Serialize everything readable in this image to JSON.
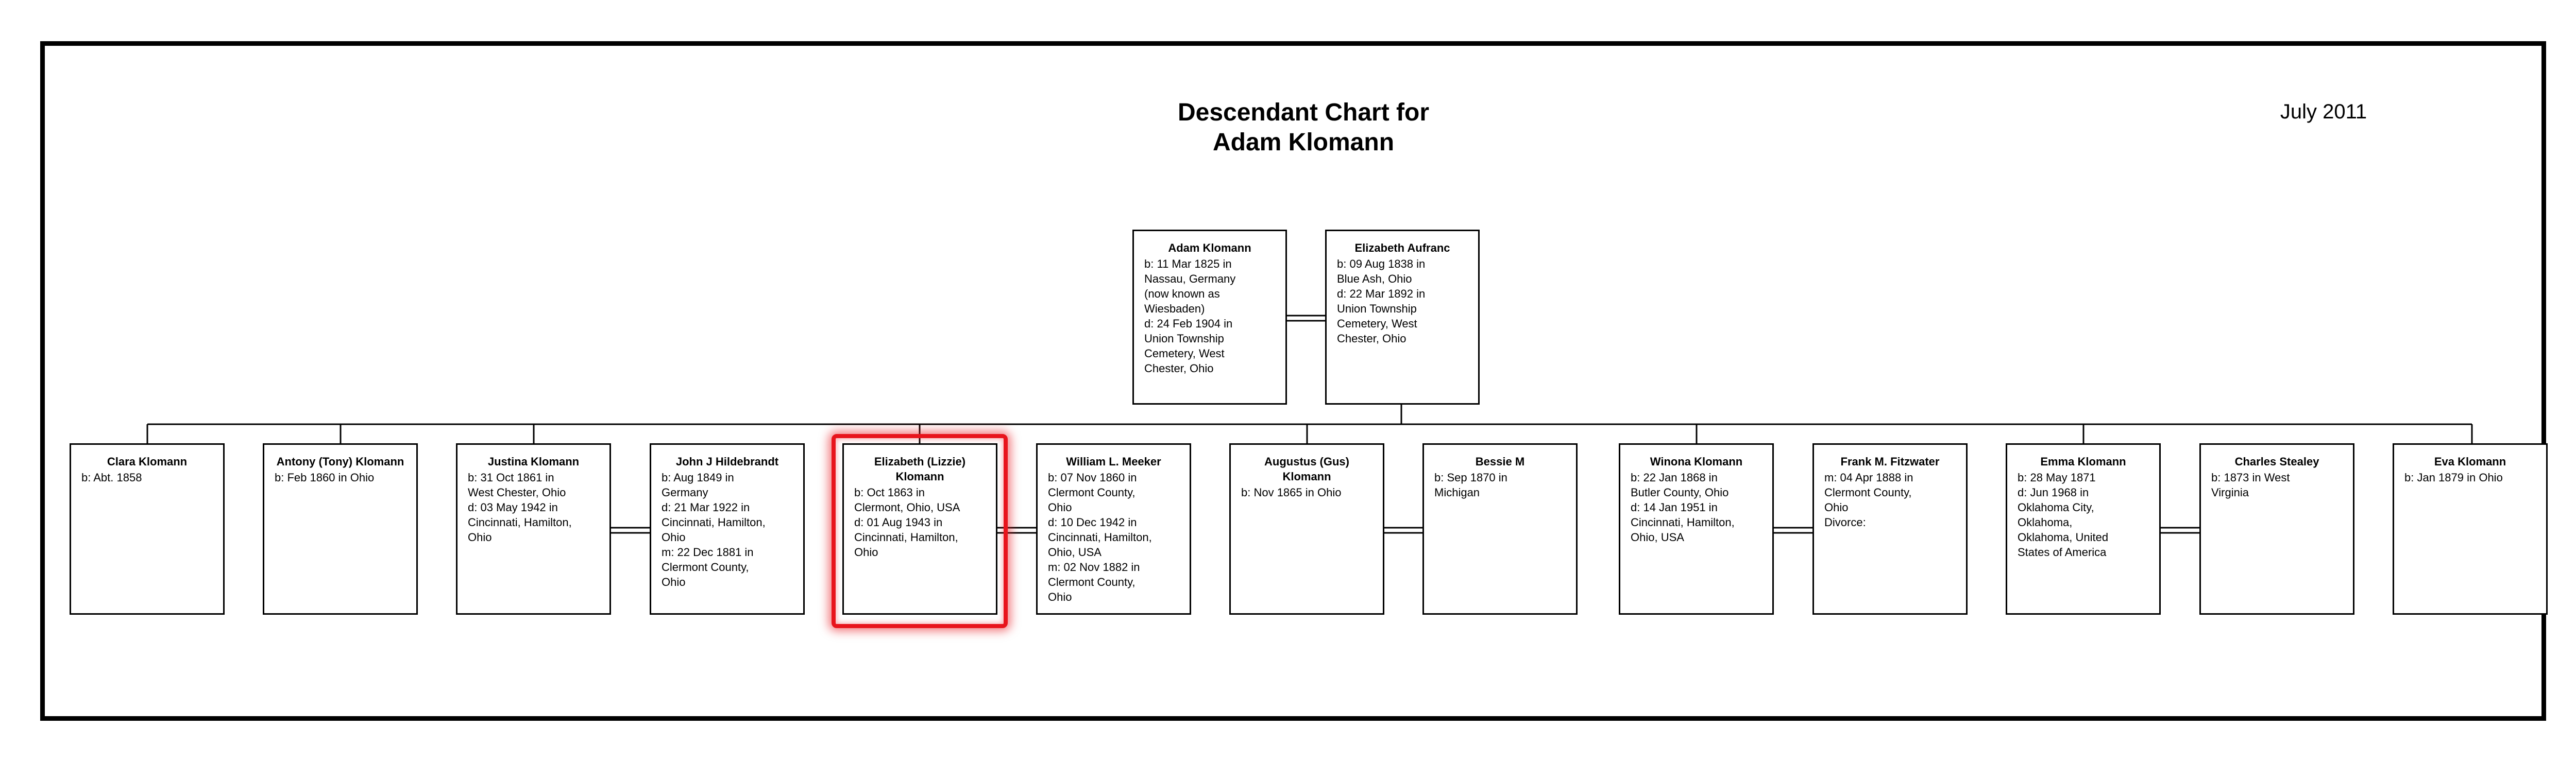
{
  "chart": {
    "title_line1": "Descendant Chart for",
    "title_line2": "Adam Klomann",
    "date": "July 2011",
    "highlight_color": "#e8141c"
  },
  "parents": [
    {
      "name": "Adam Klomann",
      "lines": [
        "b: 11 Mar 1825 in",
        "Nassau, Germany",
        "(now known as",
        "Wiesbaden)",
        "d: 24 Feb 1904 in",
        "Union Township",
        "Cemetery, West",
        "Chester, Ohio"
      ]
    },
    {
      "name": "Elizabeth Aufranc",
      "lines": [
        "b: 09 Aug 1838 in",
        "Blue Ash, Ohio",
        "d: 22 Mar 1892 in",
        "Union Township",
        "Cemetery, West",
        "Chester, Ohio"
      ]
    }
  ],
  "children": [
    {
      "name": "Clara Klomann",
      "lines": [
        "b: Abt. 1858"
      ]
    },
    {
      "name": "Antony (Tony) Klomann",
      "lines": [
        "b: Feb 1860 in Ohio"
      ]
    },
    {
      "name": "Justina Klomann",
      "lines": [
        "b: 31 Oct 1861 in",
        "West Chester, Ohio",
        "d: 03 May 1942 in",
        "Cincinnati, Hamilton,",
        "Ohio"
      ]
    },
    {
      "name": "John J Hildebrandt",
      "lines": [
        "b: Aug 1849 in",
        "Germany",
        "d: 21 Mar 1922 in",
        "Cincinnati, Hamilton,",
        "Ohio",
        "m: 22 Dec 1881 in",
        "Clermont County,",
        "Ohio"
      ]
    },
    {
      "name": "Elizabeth (Lizzie) Klomann",
      "lines": [
        "b: Oct 1863 in",
        "Clermont, Ohio, USA",
        "d: 01 Aug 1943 in",
        "Cincinnati, Hamilton,",
        "Ohio"
      ]
    },
    {
      "name": "William L. Meeker",
      "lines": [
        "b: 07 Nov 1860 in",
        "Clermont County,",
        "Ohio",
        "d: 10 Dec 1942 in",
        "Cincinnati, Hamilton,",
        "Ohio, USA",
        "m: 02 Nov 1882 in",
        "Clermont County,",
        "Ohio"
      ]
    },
    {
      "name": "Augustus (Gus) Klomann",
      "lines": [
        "b: Nov 1865 in Ohio"
      ]
    },
    {
      "name": "Bessie M",
      "lines": [
        "b: Sep 1870 in",
        "Michigan"
      ]
    },
    {
      "name": "Winona Klomann",
      "lines": [
        "b: 22 Jan 1868 in",
        "Butler County, Ohio",
        "d: 14 Jan 1951 in",
        "Cincinnati, Hamilton,",
        "Ohio, USA"
      ]
    },
    {
      "name": "Frank M. Fitzwater",
      "lines": [
        "m: 04 Apr 1888 in",
        "Clermont County,",
        "Ohio",
        "Divorce:"
      ]
    },
    {
      "name": "Emma Klomann",
      "lines": [
        "b: 28 May 1871",
        "d: Jun 1968 in",
        "Oklahoma City,",
        "Oklahoma,",
        "Oklahoma, United",
        "States of America"
      ]
    },
    {
      "name": "Charles Stealey",
      "lines": [
        "b: 1873 in West",
        "Virginia"
      ]
    },
    {
      "name": "Eva Klomann",
      "lines": [
        "b: Jan 1879 in Ohio"
      ]
    }
  ]
}
